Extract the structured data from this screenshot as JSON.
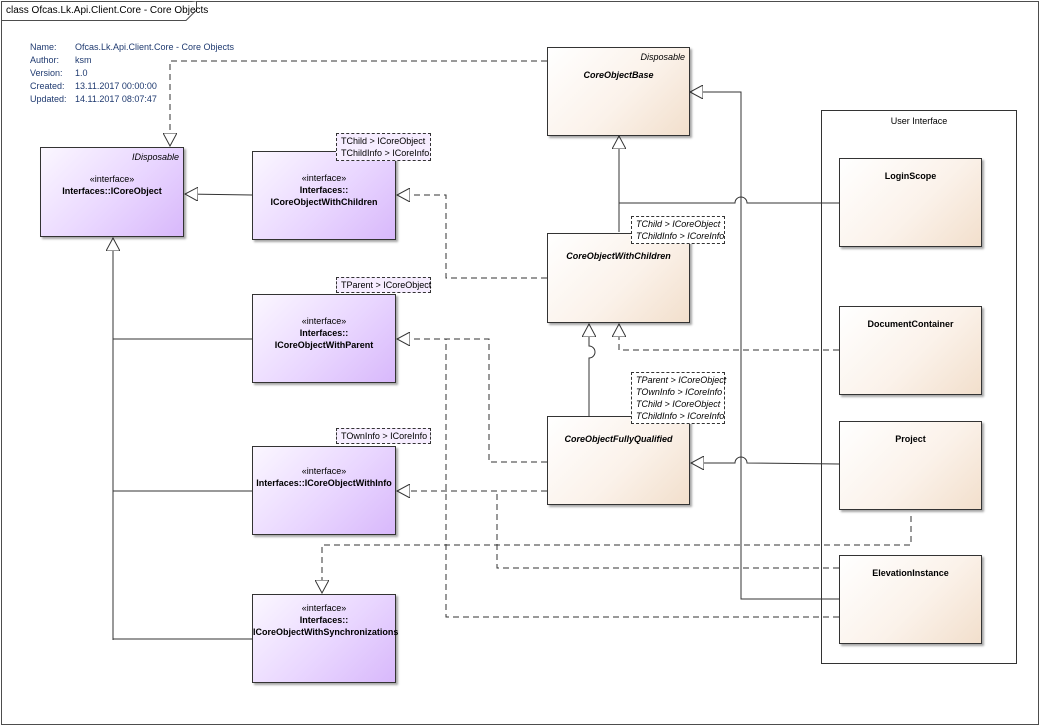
{
  "diagram": {
    "frame_title": "class Ofcas.Lk.Api.Client.Core - Core Objects",
    "metadata": [
      {
        "key": "Name:",
        "value": "Ofcas.Lk.Api.Client.Core - Core Objects"
      },
      {
        "key": "Author:",
        "value": "ksm"
      },
      {
        "key": "Version:",
        "value": "1.0"
      },
      {
        "key": "Created:",
        "value": "13.11.2017 00:00:00"
      },
      {
        "key": "Updated:",
        "value": "14.11.2017 08:07:47"
      }
    ],
    "interfaces": {
      "icoreobject": {
        "parent_tag": "IDisposable",
        "stereotype": "«interface»",
        "name": "Interfaces::ICoreObject"
      },
      "withchildren": {
        "stereotype": "«interface»",
        "name_line1": "Interfaces::",
        "name_line2": "ICoreObjectWithChildren",
        "template": [
          "TChild > ICoreObject",
          "TChildInfo > ICoreInfo"
        ]
      },
      "withparent": {
        "stereotype": "«interface»",
        "name_line1": "Interfaces::",
        "name_line2": "ICoreObjectWithParent",
        "template": [
          "TParent > ICoreObject"
        ]
      },
      "withinfo": {
        "stereotype": "«interface»",
        "name": "Interfaces::ICoreObjectWithInfo",
        "template": [
          "TOwnInfo > ICoreInfo"
        ]
      },
      "withsync": {
        "stereotype": "«interface»",
        "name_line1": "Interfaces::",
        "name_line2": "ICoreObjectWithSynchronizations"
      }
    },
    "classes": {
      "coreobjectbase": {
        "parent_tag": "Disposable",
        "name": "CoreObjectBase"
      },
      "coreobjectwithchildren": {
        "name": "CoreObjectWithChildren",
        "template": [
          "TChild > ICoreObject",
          "TChildInfo > ICoreInfo"
        ]
      },
      "coreobjectfullyqualified": {
        "name": "CoreObjectFullyQualified",
        "template": [
          "TParent > ICoreObject",
          "TOwnInfo > ICoreInfo",
          "TChild > ICoreObject",
          "TChildInfo > ICoreInfo"
        ]
      }
    },
    "package": {
      "title": "User Interface",
      "classes": {
        "loginscope": "LoginScope",
        "documentcontainer": "DocumentContainer",
        "project": "Project",
        "elevationinstance": "ElevationInstance"
      }
    }
  }
}
